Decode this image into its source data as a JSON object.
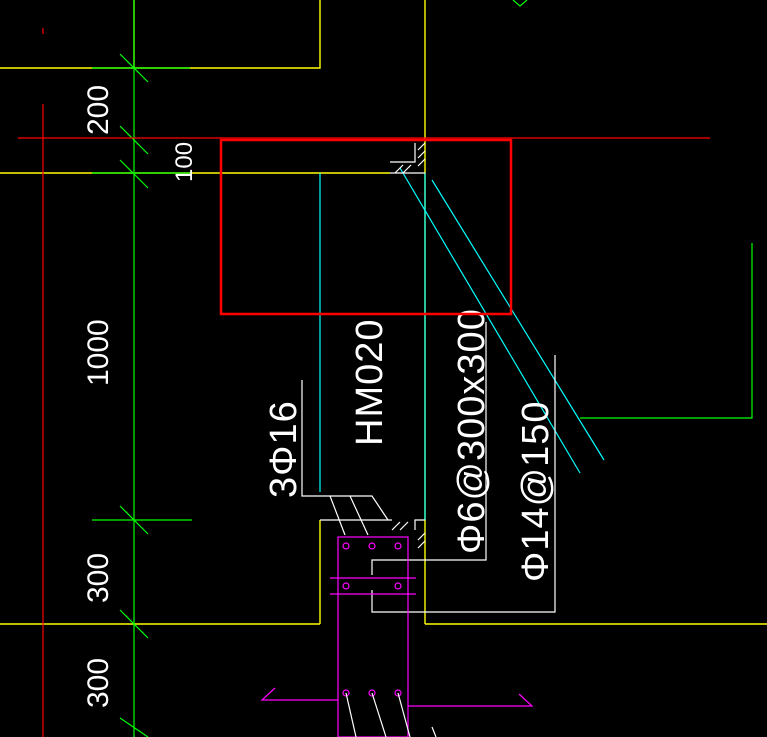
{
  "drawing": {
    "background": "#000000",
    "colors": {
      "yellow": "#ffff00",
      "green": "#00ff00",
      "red": "#ff0000",
      "cyan": "#00ffff",
      "white": "#ffffff",
      "magenta": "#ff00ff",
      "selection": "#ff0000"
    },
    "dimensions": {
      "d200": "200",
      "d100": "100",
      "d1000": "1000",
      "d300a": "300",
      "d300b": "300"
    },
    "labels": {
      "rebar_main": "3Φ16",
      "wall_mark": "HM020",
      "stirrup": "Φ6@300x300",
      "dist_bar": "Φ14@150"
    }
  }
}
